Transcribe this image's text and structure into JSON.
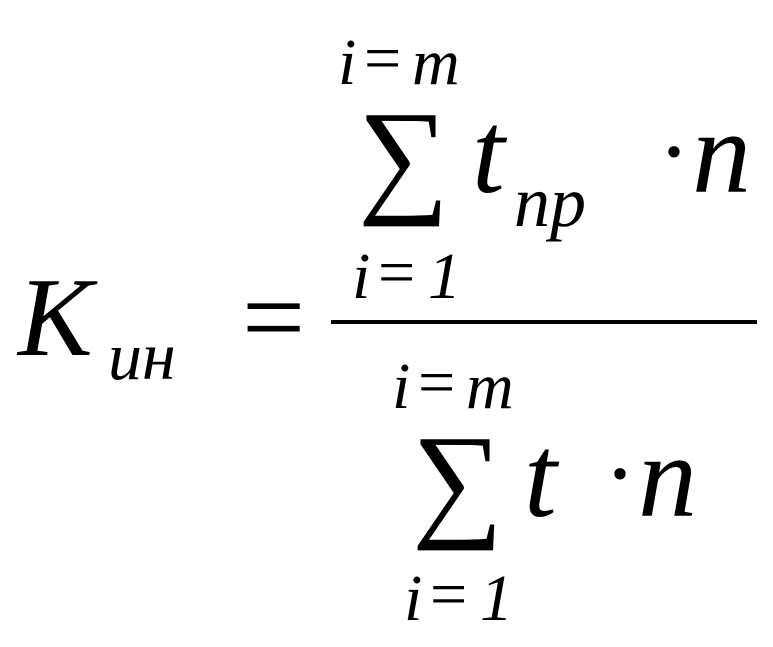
{
  "formula": {
    "lhs": {
      "symbol": "K",
      "subscript": "ин"
    },
    "equals": "=",
    "numerator": {
      "upper_limit": {
        "index": "i",
        "eq": "=",
        "bound": "m"
      },
      "sum": "∑",
      "term": "t",
      "term_subscript": "пр",
      "dot": "·",
      "factor": "n",
      "lower_limit": {
        "index": "i",
        "eq": "=",
        "bound": "1"
      }
    },
    "denominator": {
      "upper_limit": {
        "index": "i",
        "eq": "=",
        "bound": "m"
      },
      "sum": "∑",
      "term": "t",
      "dot": "·",
      "factor": "n",
      "lower_limit": {
        "index": "i",
        "eq": "=",
        "bound": "1"
      }
    }
  }
}
